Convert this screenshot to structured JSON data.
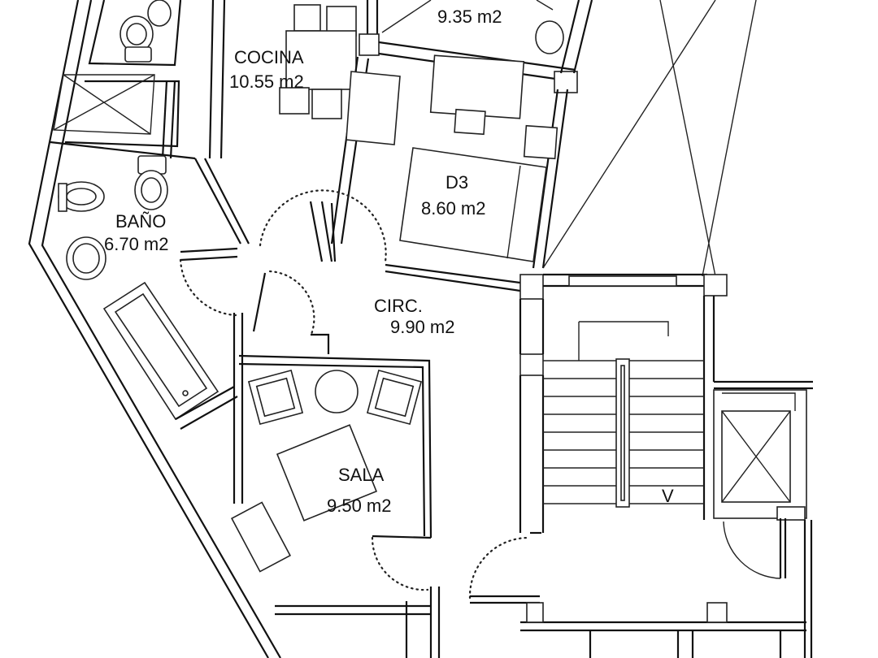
{
  "rooms": [
    {
      "id": "top-partial",
      "name": "",
      "area": "9.35 m2"
    },
    {
      "id": "cocina",
      "name": "COCINA",
      "area": "10.55 m2"
    },
    {
      "id": "d3",
      "name": "D3",
      "area": "8.60 m2"
    },
    {
      "id": "bano",
      "name": "BAÑO",
      "area": "6.70 m2"
    },
    {
      "id": "circ",
      "name": "CIRC.",
      "area": "9.90 m2"
    },
    {
      "id": "sala",
      "name": "SALA",
      "area": "9.50 m2"
    }
  ],
  "stair_marker": "V"
}
